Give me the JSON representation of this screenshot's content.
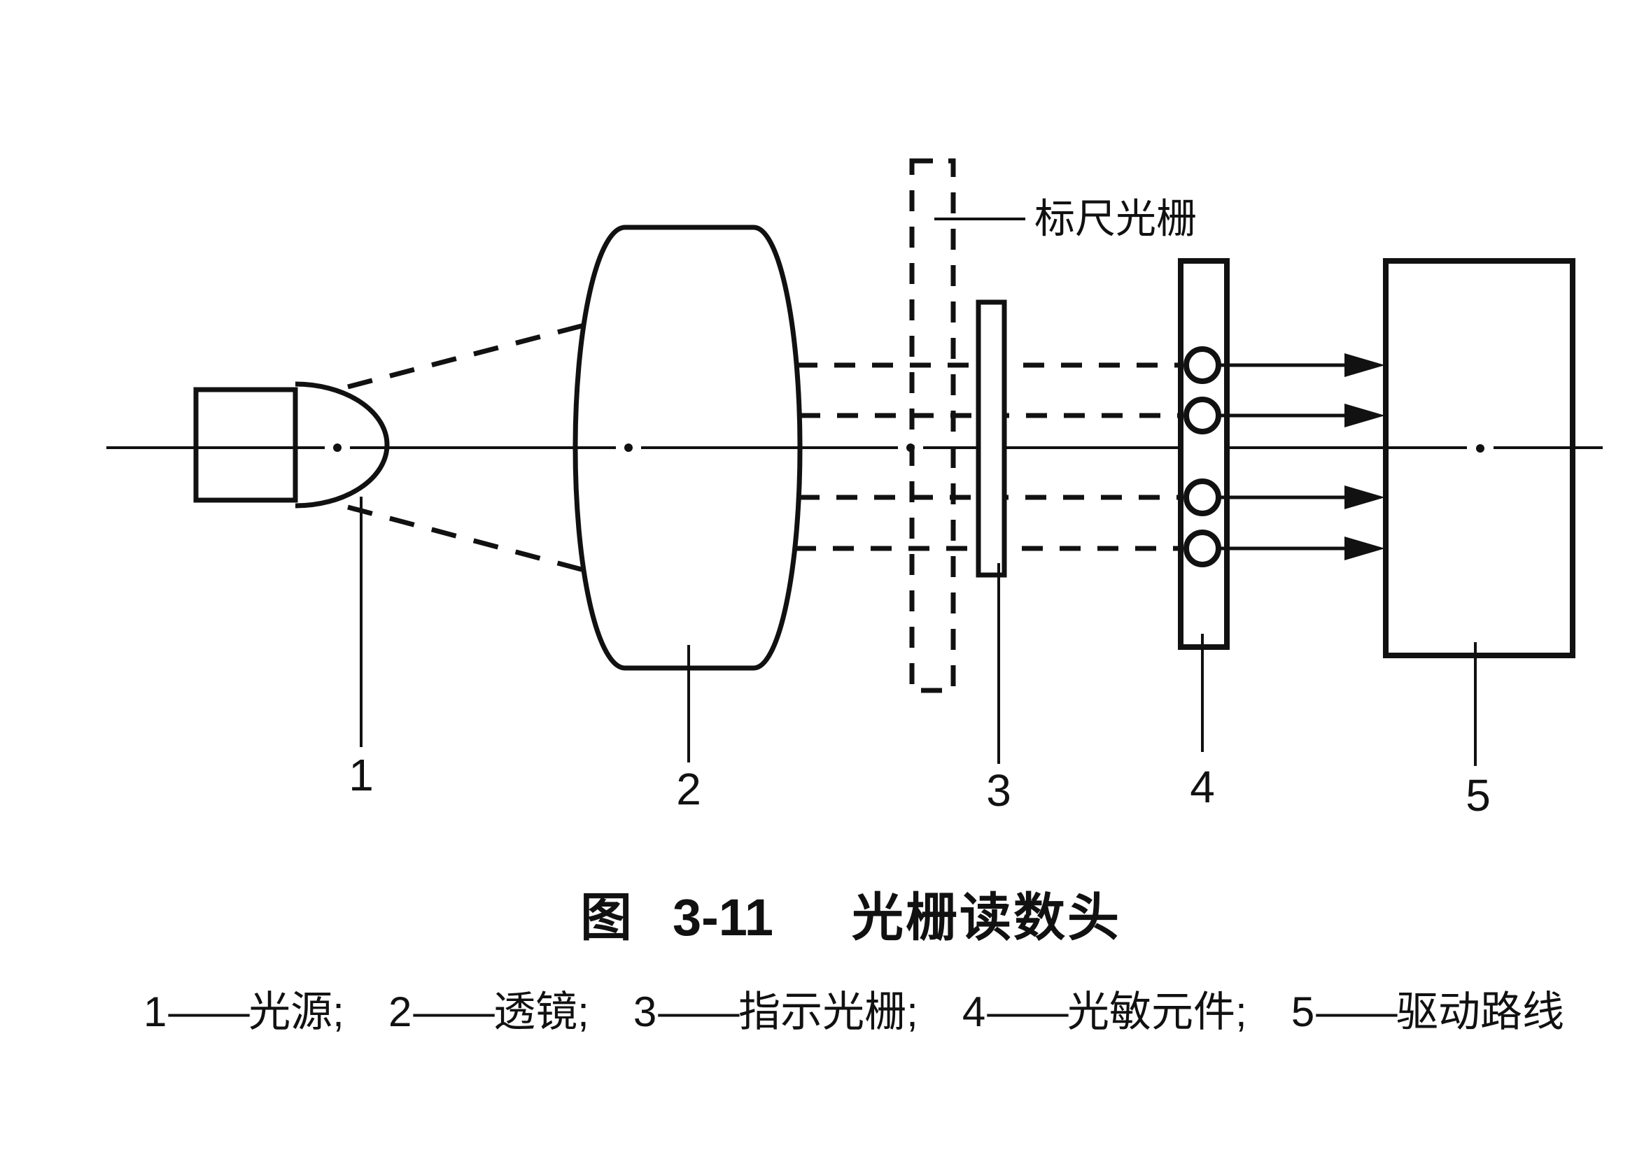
{
  "caption": {
    "prefix": "图",
    "number": "3-11",
    "title": "光栅读数头"
  },
  "annotations": {
    "scale_grating": "标尺光栅"
  },
  "part_markers": [
    "1",
    "2",
    "3",
    "4",
    "5"
  ],
  "legend": {
    "dash": "——",
    "entries": [
      {
        "label": "1",
        "name": "光源;"
      },
      {
        "label": "2",
        "name": "透镜;"
      },
      {
        "label": "3",
        "name": "指示光栅;"
      },
      {
        "label": "4",
        "name": "光敏元件;"
      },
      {
        "label": "5",
        "name": "驱动路线"
      }
    ]
  },
  "colors": {
    "ink": "#111111",
    "background": "#ffffff"
  }
}
